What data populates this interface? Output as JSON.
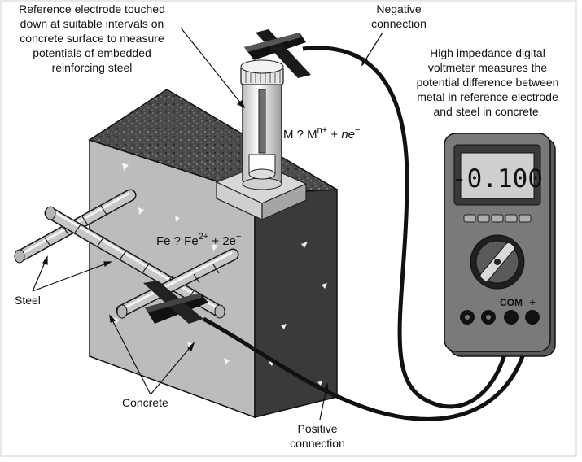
{
  "labels": {
    "reference_electrode": [
      "Reference electrode touched",
      "down at suitable intervals on",
      "concrete surface to measure",
      "potentials of embedded",
      "reinforcing steel"
    ],
    "negative_connection": [
      "Negative",
      "connection"
    ],
    "voltmeter_desc": [
      "High impedance digital",
      "voltmeter measures the",
      "potential difference between",
      "metal in reference electrode",
      "and steel in concrete."
    ],
    "steel": "Steel",
    "concrete": "Concrete",
    "positive_connection": [
      "Positive",
      "connection"
    ]
  },
  "equations": {
    "metal": {
      "left": "M ? M",
      "sup": "n+",
      "mid": " + ",
      "italic": "n",
      "e": "e",
      "esup": "−"
    },
    "iron": {
      "left": "Fe ?  Fe",
      "sup": "2+",
      "mid": " + 2e",
      "esup": "−"
    }
  },
  "meter": {
    "reading": "-0.100",
    "com_label": "COM",
    "plus_label": "+"
  },
  "colors": {
    "concrete_face": "#b9b9b9",
    "concrete_side": "#3c3c3c",
    "concrete_top": "#555555",
    "meter_body": "#6f6f6f",
    "display_bg": "#cfcfcf"
  }
}
